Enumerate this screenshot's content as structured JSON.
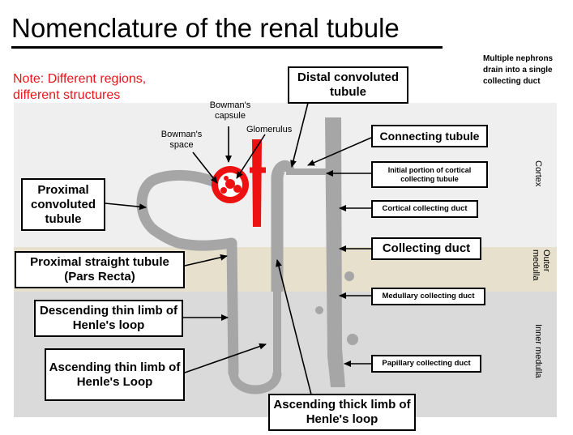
{
  "title": "Nomenclature of the renal tubule",
  "note": "Note: Different regions, different structures",
  "corner_note": "Multiple nephrons drain into a single collecting duct",
  "zones": {
    "cortex": "Cortex",
    "outer_medulla": "Outer medulla",
    "inner_medulla": "Inner medulla"
  },
  "small_labels": {
    "bowmans_capsule": "Bowman's capsule",
    "bowmans_space": "Bowman's space",
    "glomerulus": "Glomerulus"
  },
  "boxes": {
    "distal_convoluted_tubule": "Distal convoluted tubule",
    "connecting_tubule": "Connecting tubule",
    "initial_cortical_collecting_tubule": "Initial portion of cortical collecting tubule",
    "cortical_collecting_duct": "Cortical collecting duct",
    "collecting_duct": "Collecting duct",
    "medullary_collecting_duct": "Medullary collecting duct",
    "papillary_collecting_duct": "Papillary collecting duct",
    "proximal_convoluted_tubule": "Proximal convoluted tubule",
    "proximal_straight_tubule": "Proximal straight tubule (Pars Recta)",
    "descending_thin_limb": "Descending thin limb of Henle's loop",
    "ascending_thin_limb": "Ascending thin limb of Henle's Loop",
    "ascending_thick_limb": "Ascending thick limb of Henle's loop"
  },
  "colors": {
    "cortex_band": "#efefef",
    "outer_medulla_band": "#e6e0cc",
    "inner_medulla_band": "#dadada",
    "tubule": "#a6a6a6",
    "glomerulus": "#ee1111",
    "note_text": "#e8161b"
  }
}
